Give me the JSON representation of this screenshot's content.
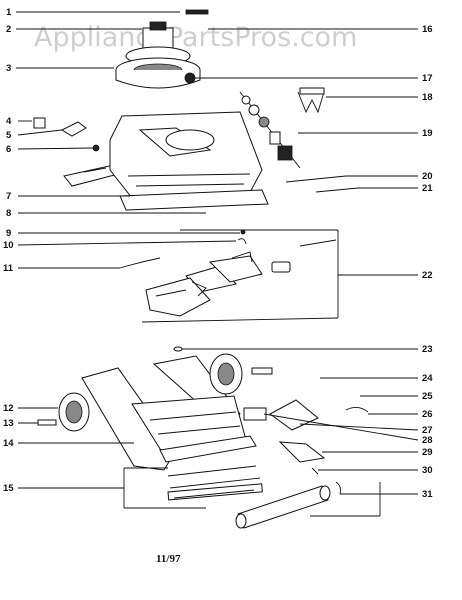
{
  "diagram": {
    "watermark": "AppliancePartsPros.com",
    "footer": "11/97",
    "callouts": [
      "1",
      "2",
      "3",
      "4",
      "5",
      "6",
      "7",
      "8",
      "9",
      "10",
      "11",
      "12",
      "13",
      "14",
      "15",
      "16",
      "17",
      "18",
      "19",
      "20",
      "21",
      "22",
      "23",
      "24",
      "25",
      "26",
      "27",
      "28",
      "29",
      "30",
      "31"
    ]
  }
}
